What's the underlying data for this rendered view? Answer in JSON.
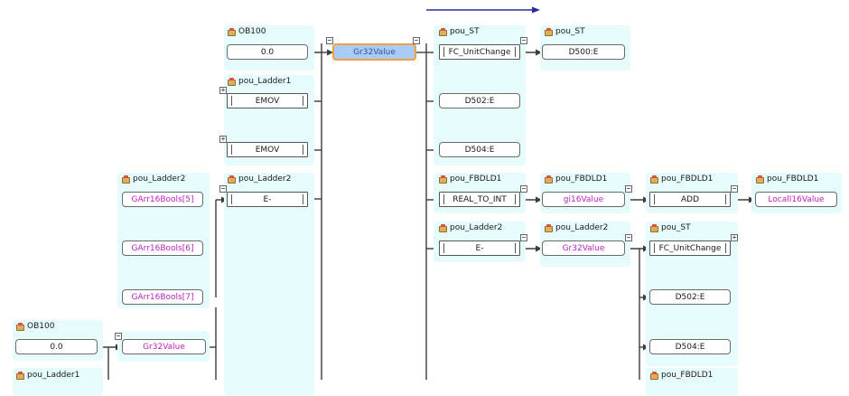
{
  "nodes": {
    "ob100_a": {
      "header": "OB100",
      "value": "0.0"
    },
    "ladder1_a": {
      "header": "pou_Ladder1",
      "row1": "EMOV",
      "row2": "EMOV"
    },
    "ladder2_a": {
      "header": "pou_Ladder2",
      "value": "E-"
    },
    "ladder2_vars": {
      "header": "pou_Ladder2",
      "row1": "GArr16Bools[5]",
      "row2": "GArr16Bools[6]",
      "row3": "GArr16Bools[7]"
    },
    "center_var": {
      "value": "Gr32Value"
    },
    "st_a": {
      "header": "pou_ST",
      "fb": "FC_UnitChange",
      "out1": "D502:E",
      "out2": "D504:E"
    },
    "st_b": {
      "header": "pou_ST",
      "value": "D500:E"
    },
    "fbdld1_a": {
      "header": "pou_FBDLD1",
      "value": "REAL_TO_INT"
    },
    "fbdld1_b": {
      "header": "pou_FBDLD1",
      "value": "gi16Value"
    },
    "fbdld1_c": {
      "header": "pou_FBDLD1",
      "value": "ADD"
    },
    "fbdld1_d": {
      "header": "pou_FBDLD1",
      "value": "LocalI16Value"
    },
    "ladder2_b": {
      "header": "pou_Ladder2",
      "value": "E-"
    },
    "ladder2_c": {
      "header": "pou_Ladder2",
      "value": "Gr32Value"
    },
    "st_c": {
      "header": "pou_ST",
      "fb": "FC_UnitChange",
      "out1": "D502:E",
      "out2": "D504:E"
    },
    "fbdld1_e": {
      "header": "pou_FBDLD1"
    },
    "ob100_b": {
      "header": "OB100",
      "value": "0.0"
    },
    "ladder2_d": {
      "value": "Gr32Value"
    },
    "ladder1_b": {
      "header": "pou_Ladder1"
    }
  },
  "toggles": {
    "minus": "−",
    "plus": "+"
  },
  "colors": {
    "wire": "#3c3c3c",
    "variable_text": "#c020c0",
    "panel_bg": "#e6fbfb",
    "selected_bg": "#a8ccf5",
    "selected_border": "#f0a040",
    "scroll_arrow": "#2a2aa0"
  }
}
